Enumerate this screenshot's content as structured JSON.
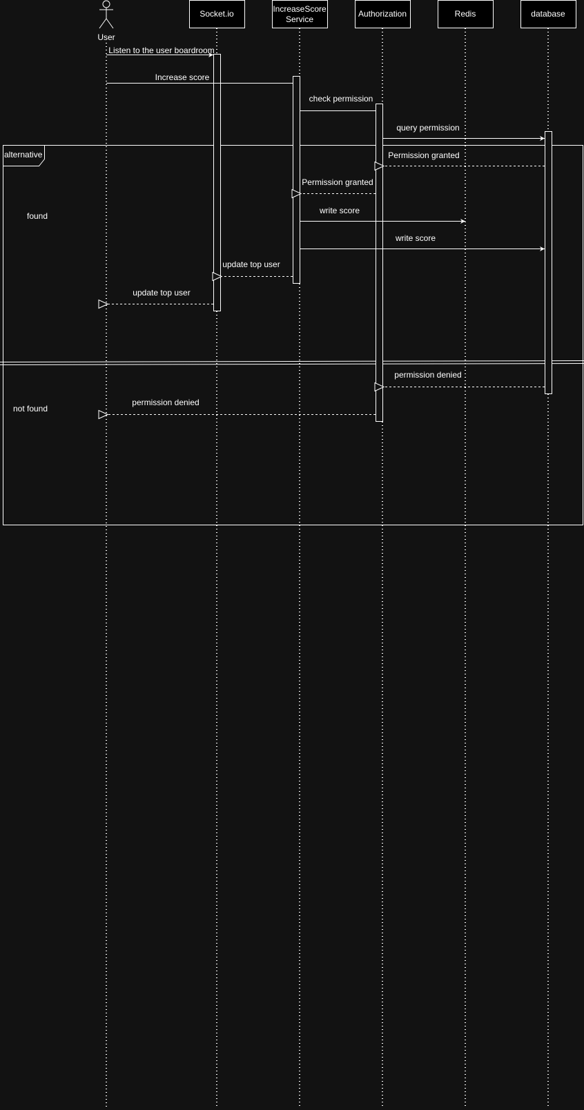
{
  "participants": {
    "user": "User",
    "socket": "Socket.io",
    "increase_line1": "IncreaseScore",
    "increase_line2": "Service",
    "authorization": "Authorization",
    "redis": "Redis",
    "database": "database"
  },
  "messages": {
    "listen": "Listen to the user boardroom",
    "increase_score": "Increase score",
    "check_permission": "check permission",
    "query_permission": "query permission",
    "permission_granted_db": "Permission granted",
    "permission_granted_auth": "Permission granted",
    "write_score_redis": "write score",
    "write_score_db": "write score",
    "update_top_user_service": "update top user",
    "update_top_user_socket": "update top user",
    "permission_denied_db": "permission denied",
    "permission_denied_auth": "permission denied"
  },
  "fragment": {
    "operator": "alternative",
    "guard_found": "found",
    "guard_not_found": "not found"
  },
  "colors": {
    "background": "#121212",
    "stroke": "#ffffff",
    "box_fill": "#000000"
  }
}
